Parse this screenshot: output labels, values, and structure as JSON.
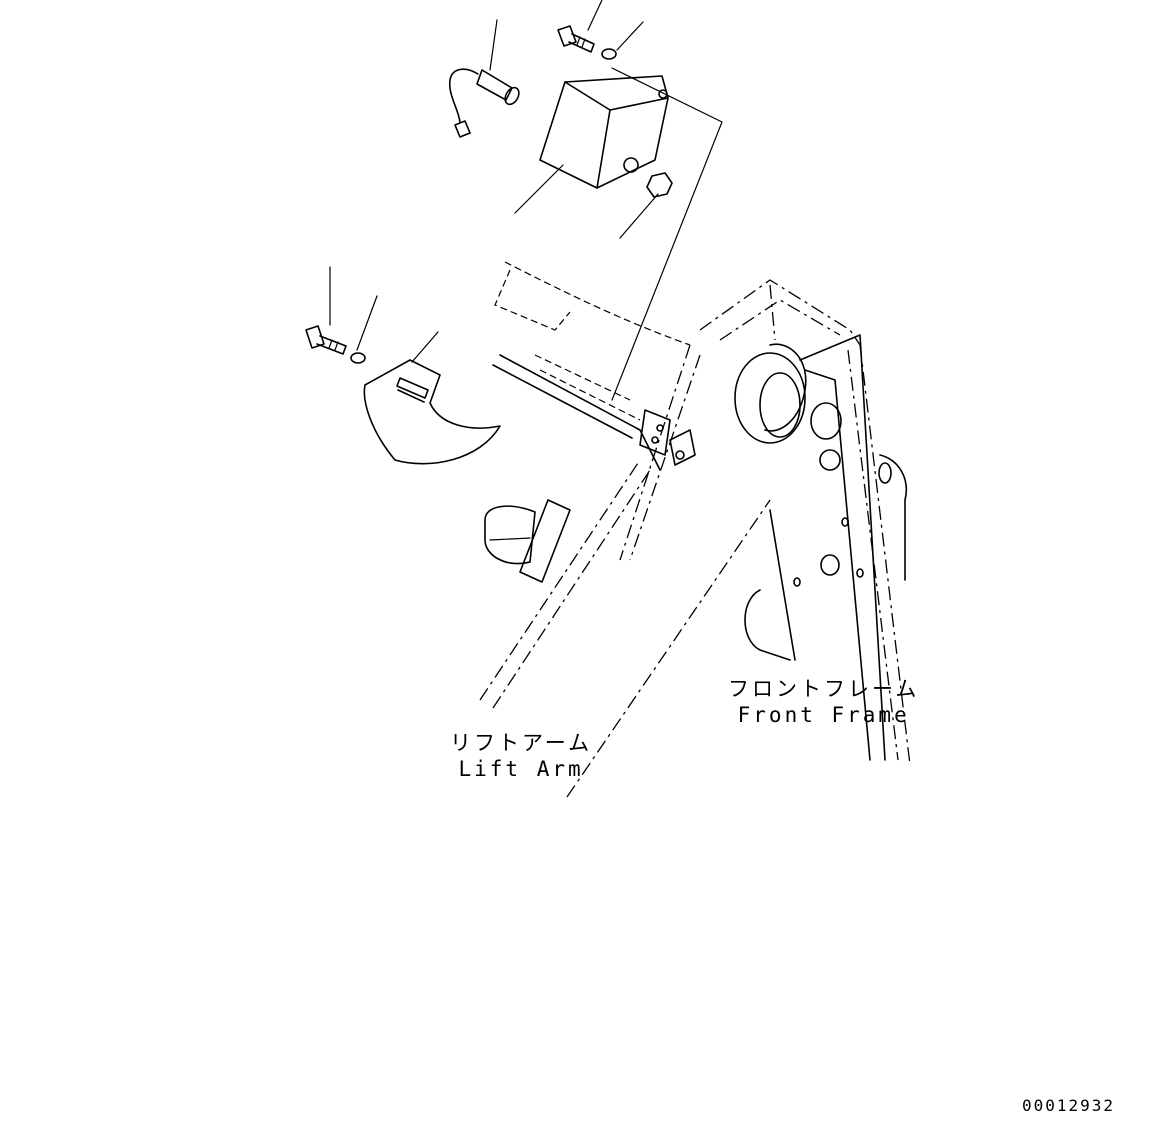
{
  "labels": {
    "front_frame_jp": "フロントフレーム",
    "front_frame_en": "Front Frame",
    "lift_arm_jp": "リフトアーム",
    "lift_arm_en": "Lift Arm"
  },
  "drawing_number": "00012932"
}
